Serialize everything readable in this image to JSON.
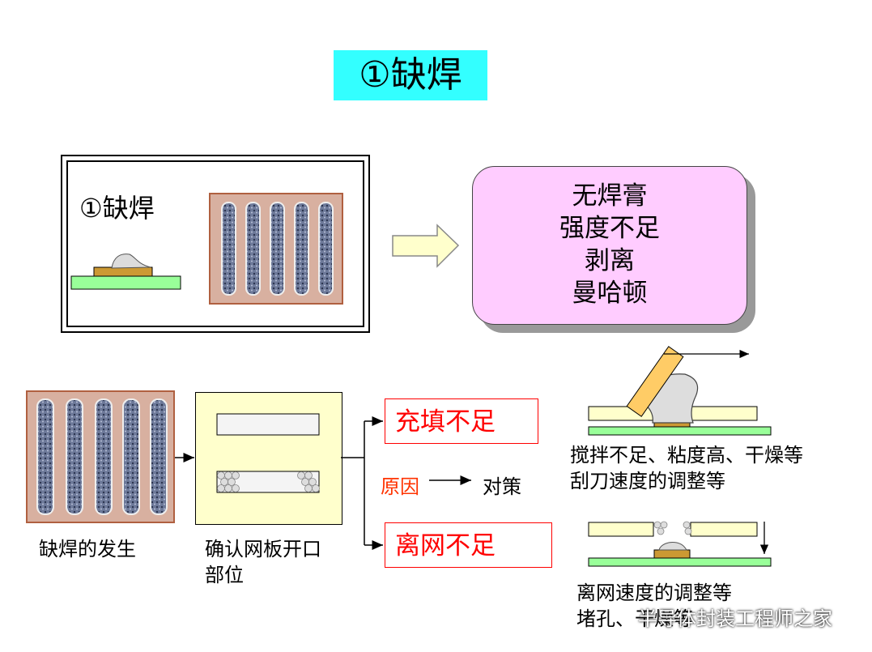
{
  "title": "①缺焊",
  "panel_title": "①缺焊",
  "consequences": [
    "无焊膏",
    "强度不足",
    "剥离",
    "曼哈顿"
  ],
  "captions": {
    "occurrence": "缺焊的发生",
    "confirm_line1": "确认网板开口",
    "confirm_line2": "部位"
  },
  "causes": {
    "fill": "充填不足",
    "release": "离网不足"
  },
  "legend": {
    "cause": "原因",
    "measure": "对策"
  },
  "measures": {
    "fill_line1": "搅拌不足、粘度高、干燥等",
    "fill_line2": "刮刀速度的调整等",
    "release_line1": "离网速度的调整等",
    "release_line2": "堵孔、干燥等"
  },
  "watermark": "半导体封装工程师之家",
  "colors": {
    "title_bg": "#33ffff",
    "consequence_bg": "#ffccff",
    "cause_text": "#ff0000",
    "confirm_bg": "#ffffcc",
    "arrow_fill": "#ffffcc",
    "board": "#99ff99",
    "pad": "#cc9933"
  }
}
